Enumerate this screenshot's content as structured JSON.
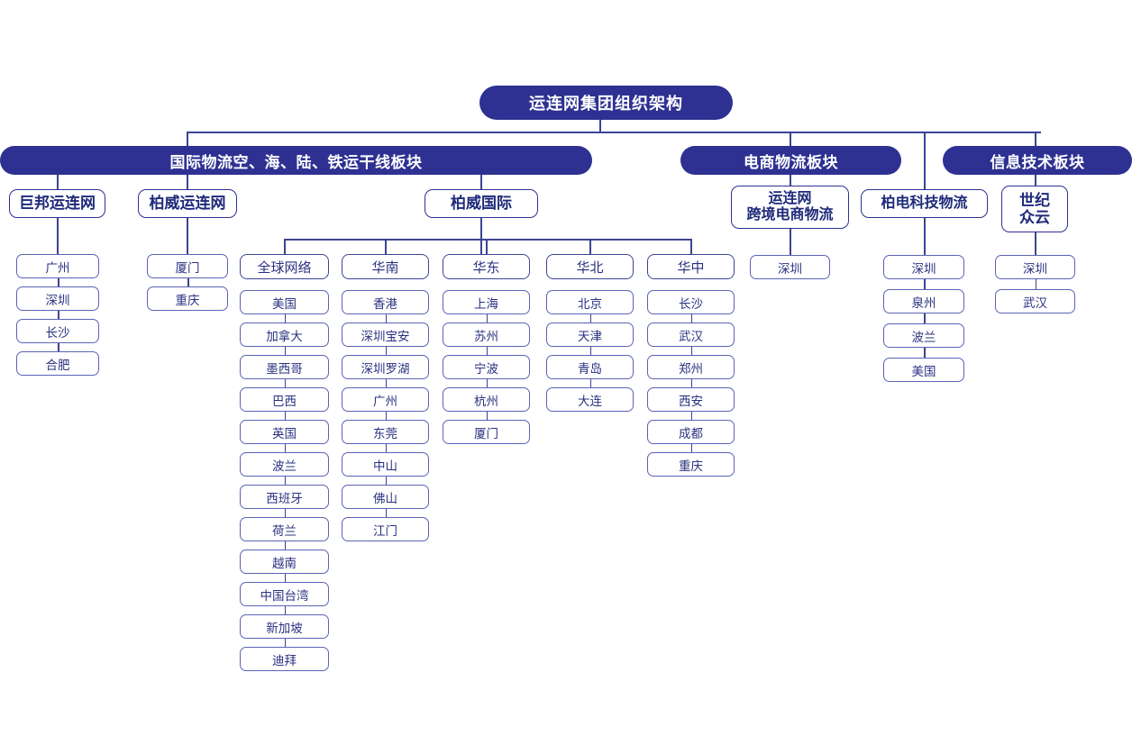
{
  "root": {
    "label": "运连网集团组织架构"
  },
  "divisions": [
    {
      "id": "intl-logistics",
      "label": "国际物流空、海、陆、铁运干线板块"
    },
    {
      "id": "ecommerce-logistics",
      "label": "电商物流板块"
    },
    {
      "id": "information-technology",
      "label": "信息技术板块"
    }
  ],
  "companies": [
    {
      "id": "jubang",
      "label": "巨邦运连网",
      "lines": [
        "巨邦运连网"
      ]
    },
    {
      "id": "bowei-yunlianwang",
      "label": "柏威运连网",
      "lines": [
        "柏威运连网"
      ]
    },
    {
      "id": "bowei-international",
      "label": "柏威国际",
      "lines": [
        "柏威国际"
      ]
    },
    {
      "id": "ylw-cross-border",
      "label": "运连网跨境电商物流",
      "lines": [
        "运连网",
        "跨境电商物流"
      ]
    },
    {
      "id": "baidian-tech-logistics",
      "label": "柏电科技物流",
      "lines": [
        "柏电科技物流"
      ]
    },
    {
      "id": "shiji-zhongyun",
      "label": "世纪众云",
      "lines": [
        "世纪",
        "众云"
      ]
    }
  ],
  "regions": [
    {
      "id": "global-network",
      "label": "全球网络"
    },
    {
      "id": "south-china",
      "label": "华南"
    },
    {
      "id": "east-china",
      "label": "华东"
    },
    {
      "id": "north-china",
      "label": "华北"
    },
    {
      "id": "central-china",
      "label": "华中"
    }
  ],
  "branches": {
    "jubang": [
      "广州",
      "深圳",
      "长沙",
      "合肥"
    ],
    "bowei_yunlianwang": [
      "厦门",
      "重庆"
    ],
    "global_network": [
      "美国",
      "加拿大",
      "墨西哥",
      "巴西",
      "英国",
      "波兰",
      "西班牙",
      "荷兰",
      "越南",
      "中国台湾",
      "新加坡",
      "迪拜"
    ],
    "south_china": [
      "香港",
      "深圳宝安",
      "深圳罗湖",
      "广州",
      "东莞",
      "中山",
      "佛山",
      "江门"
    ],
    "east_china": [
      "上海",
      "苏州",
      "宁波",
      "杭州",
      "厦门"
    ],
    "north_china": [
      "北京",
      "天津",
      "青岛",
      "大连"
    ],
    "central_china": [
      "长沙",
      "武汉",
      "郑州",
      "西安",
      "成都",
      "重庆"
    ],
    "ylw_cross_border": [
      "深圳"
    ],
    "baidian_tech_logistics": [
      "深圳",
      "泉州",
      "波兰",
      "美国"
    ],
    "shiji_zhongyun": [
      "深圳",
      "武汉"
    ]
  },
  "colors": {
    "brand_fill": "#2e3192",
    "brand_text": "#ffffff",
    "line": "#3b4494",
    "leaf_border": "#5b63b7",
    "leaf_text": "#2a3180",
    "background": "#ffffff"
  }
}
